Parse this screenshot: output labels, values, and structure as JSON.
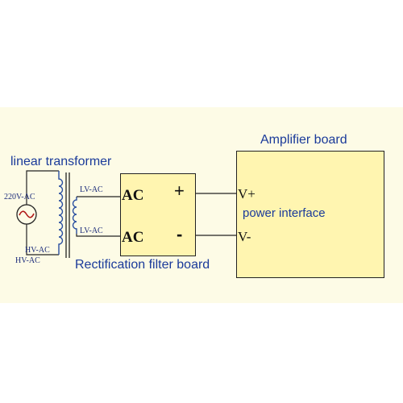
{
  "transformer": {
    "title": "linear transformer",
    "input_label": "220V-AC",
    "lv_top": "LV-AC",
    "lv_bottom": "LV-AC",
    "hv_top": "HV-AC",
    "hv_bottom": "HV-AC"
  },
  "rectifier": {
    "title": "Rectification filter board",
    "ac_top": "AC",
    "ac_bottom": "AC",
    "plus": "+",
    "minus": "-"
  },
  "amplifier": {
    "title": "Amplifier board",
    "v_plus": "V+",
    "v_minus": "V-",
    "interface": "power interface"
  },
  "colors": {
    "background_band": "#fdfbe6",
    "box_fill": "#fff5b0",
    "label_blue": "#1a3a9a",
    "coil_blue": "#2a4fa0"
  }
}
